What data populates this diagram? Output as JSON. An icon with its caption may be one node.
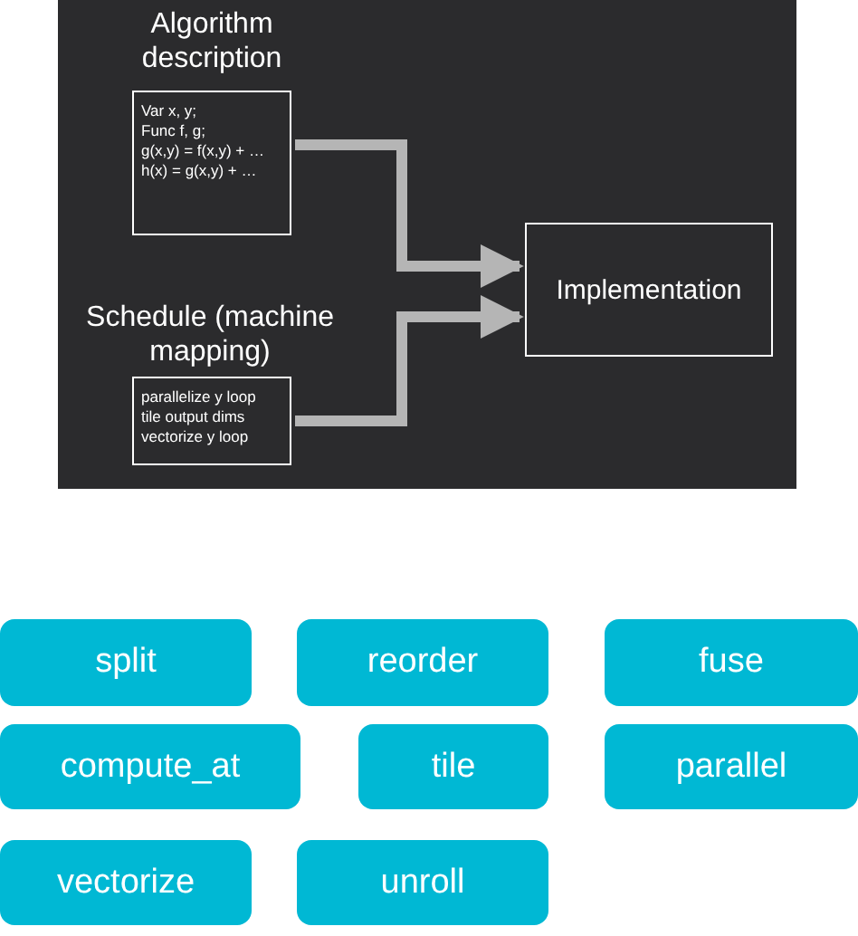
{
  "diagram": {
    "nodes": [
      {
        "text": [
          "Algorithm description",
          "Var x, y;",
          "Func f, g;",
          "g(x,y) = f(x,y) + …",
          "h(x) = g(x,y) + …"
        ]
      },
      {
        "text": [
          "Schedule (machine mapping)",
          "parallelize y loop",
          "tile output dims",
          "vectorize y loop"
        ]
      },
      {
        "text": [
          "Implementation"
        ]
      },
      {
        "text": [
          "split"
        ]
      },
      {
        "text": [
          "reorder"
        ]
      },
      {
        "text": [
          "fuse"
        ]
      },
      {
        "text": [
          "compute_at"
        ]
      },
      {
        "text": [
          "tile"
        ]
      },
      {
        "text": [
          "parallel"
        ]
      },
      {
        "text": [
          "vectorize"
        ]
      },
      {
        "text": [
          "unroll"
        ]
      }
    ],
    "edges": [
      {
        "from": 0,
        "to": 2,
        "arrow": "to"
      },
      {
        "from": 1,
        "to": 2,
        "arrow": "to"
      }
    ]
  }
}
